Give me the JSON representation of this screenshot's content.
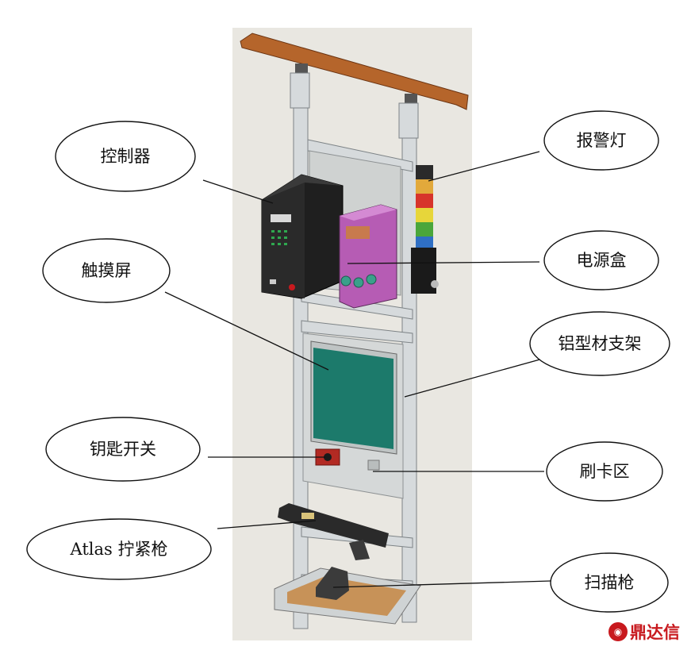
{
  "colors": {
    "accent_red": "#c8191e",
    "rail_wood": "#b5652b",
    "frame_aluminium": "#d6dadc",
    "screen_teal": "#1c7a6b",
    "power_box_purple": "#c56fc3",
    "controller_black": "#2a2a2a"
  },
  "callouts": [
    {
      "id": "controller",
      "label": "控制器"
    },
    {
      "id": "alarm-light",
      "label": "报警灯"
    },
    {
      "id": "power-box",
      "label": "电源盒"
    },
    {
      "id": "touch-screen",
      "label": "触摸屏"
    },
    {
      "id": "frame",
      "label": "铝型材支架"
    },
    {
      "id": "key-switch",
      "label": "钥匙开关"
    },
    {
      "id": "card-area",
      "label": "刷卡区"
    },
    {
      "id": "tightening-gun",
      "label": "Atlas 拧紧枪"
    },
    {
      "id": "scanner",
      "label": "扫描枪"
    }
  ],
  "brand": {
    "icon": "dingdaxin-logo-icon",
    "text": "鼎达信"
  }
}
